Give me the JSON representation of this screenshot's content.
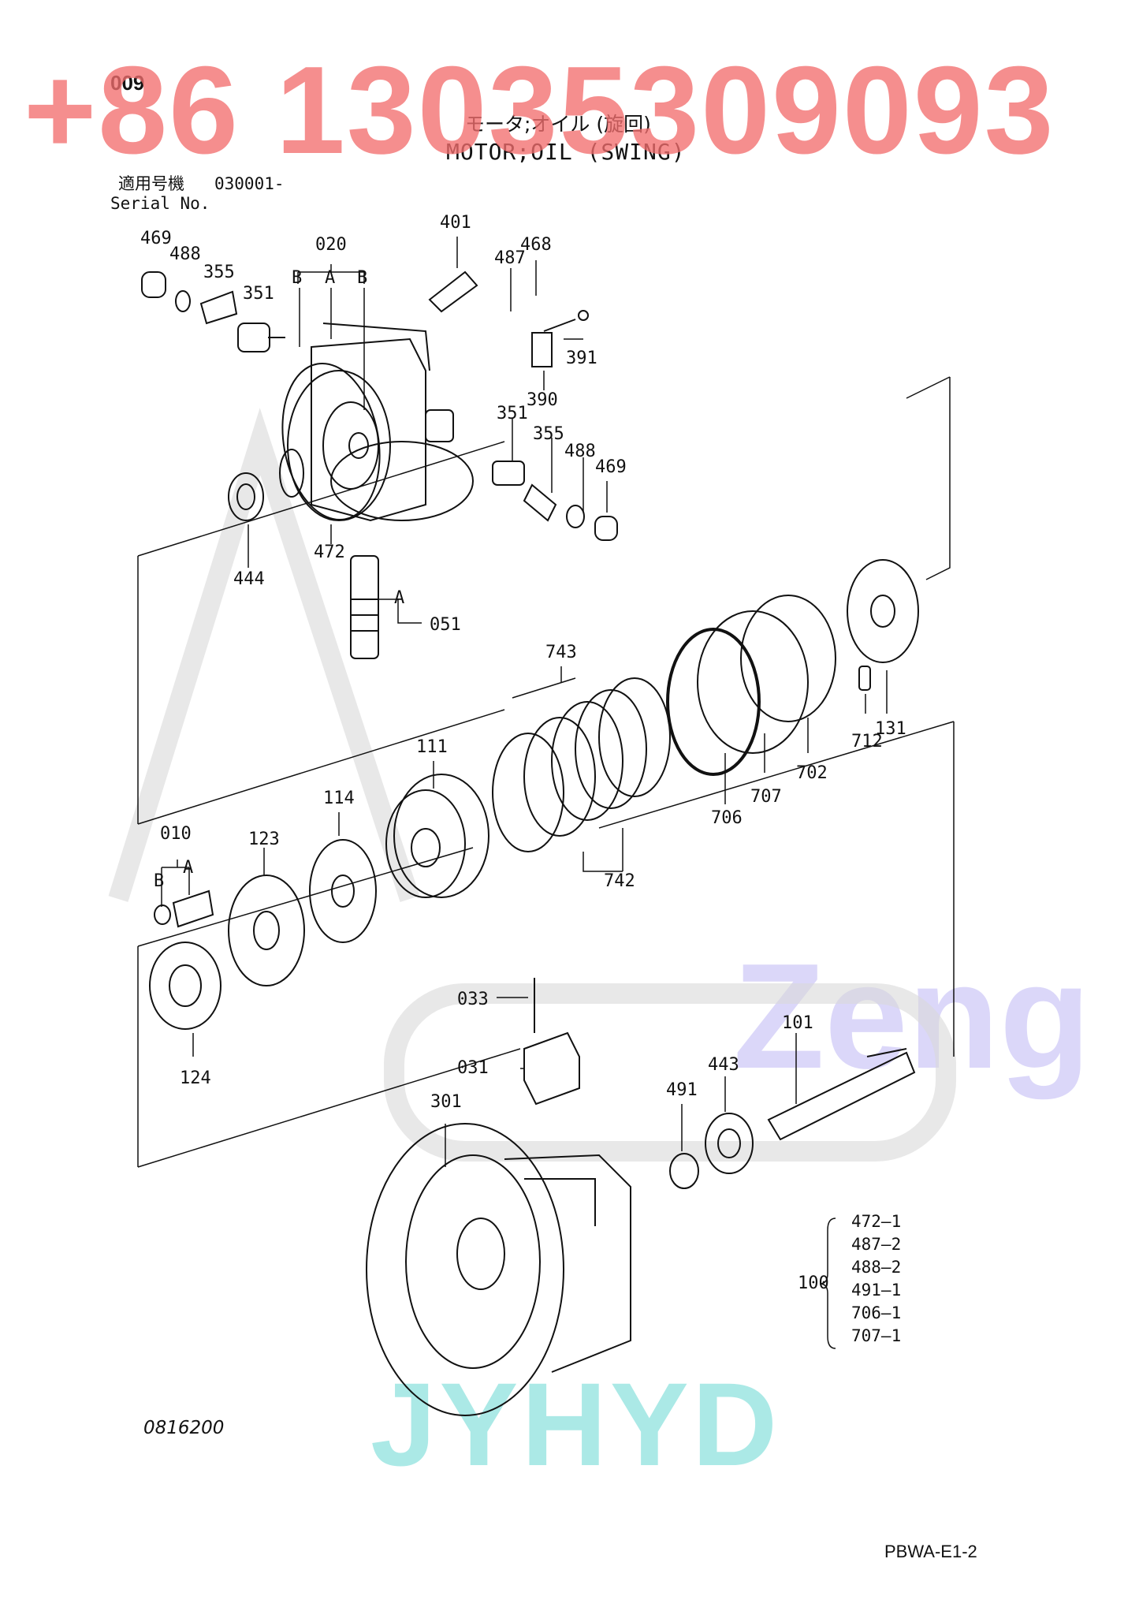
{
  "page_code": "009",
  "title_ja": "モータ;オイル (旋回)",
  "title_en": "MOTOR;OIL (SWING)",
  "serial_ja": "適用号機",
  "serial_en": "Serial No.",
  "serial_value": "030001-",
  "drawing_no": "0816200",
  "sheet_no": "PBWA-E1-2",
  "watermarks": {
    "phone": "+86 13035309093",
    "brand": "Zeng",
    "company": "JYHYD",
    "phone_color": "#F26E6E",
    "brand_color": "#AAA0F0",
    "company_color": "#78DCD7"
  },
  "callouts": {
    "c009_020": "020",
    "c020_B1": "B",
    "c020_A": "A",
    "c020_B2": "B",
    "c469a": "469",
    "c488a": "488",
    "c355a": "355",
    "c351a": "351",
    "c401": "401",
    "c487": "487",
    "c468": "468",
    "c391": "391",
    "c390": "390",
    "c351b": "351",
    "c355b": "355",
    "c488b": "488",
    "c469b": "469",
    "c472": "472",
    "c444": "444",
    "c051_A": "A",
    "c051": "051",
    "c743": "743",
    "c111": "111",
    "c114": "114",
    "c010": "010",
    "c010_B": "B",
    "c010_A": "A",
    "c123": "123",
    "c124": "124",
    "c742": "742",
    "c706": "706",
    "c707": "707",
    "c702": "702",
    "c712": "712",
    "c131": "131",
    "c033": "033",
    "c031": "031",
    "c301": "301",
    "c491": "491",
    "c443": "443",
    "c101": "101",
    "c100": "100"
  },
  "kit_100": [
    "472—1",
    "487—2",
    "488—2",
    "491—1",
    "706—1",
    "707—1"
  ]
}
